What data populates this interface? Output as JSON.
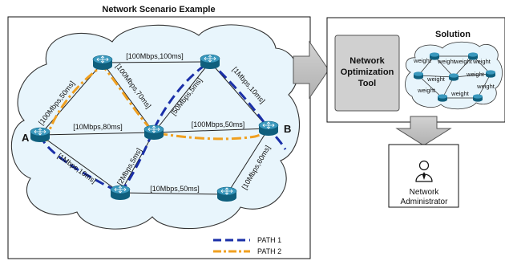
{
  "scenario": {
    "title": "Network Scenario Example",
    "node_labels": {
      "A": "A",
      "B": "B"
    },
    "links": [
      {
        "id": "A-R1",
        "label": "[100Mbps,50ms]"
      },
      {
        "id": "R1-R2",
        "label": "[100Mbps,100ms]"
      },
      {
        "id": "R1-C",
        "label": "[100Mbps,70ms]"
      },
      {
        "id": "R2-B",
        "label": "[1Mbps,10ms]"
      },
      {
        "id": "R2-C",
        "label": "[50Mbps,5ms]"
      },
      {
        "id": "A-C",
        "label": "[10Mbps,80ms]"
      },
      {
        "id": "C-B",
        "label": "[100Mbps,50ms]"
      },
      {
        "id": "A-R4",
        "label": "[1Mbps,10ms]"
      },
      {
        "id": "R4-C",
        "label": "[2Mbps,5ms]"
      },
      {
        "id": "R4-R5",
        "label": "[10Mbps,50ms]"
      },
      {
        "id": "R5-B",
        "label": "[10Mbps,60ms]"
      }
    ],
    "legend": {
      "path1": "PATH 1",
      "path2": "PATH 2"
    },
    "colors": {
      "path1": "#1a2fa8",
      "path2": "#f0a020"
    }
  },
  "tool": {
    "line1": "Network",
    "line2": "Optimization",
    "line3": "Tool"
  },
  "solution": {
    "title": "Solution",
    "weight_label": "weight"
  },
  "admin": {
    "line1": "Network",
    "line2": "Administrator"
  }
}
